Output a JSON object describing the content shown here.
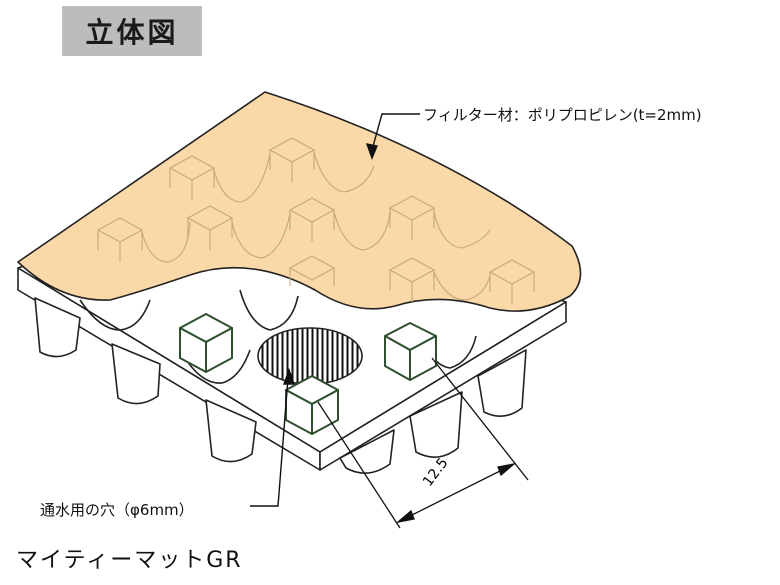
{
  "title": "立体図",
  "filter_label": "フィルター材：ポリプロピレン(t=2mm)",
  "hole_label": "通水用の穴（φ6mm）",
  "dimension_label": "12.5",
  "product_name": "マイティーマットGR",
  "colors": {
    "filter": "#fad8a8",
    "filter_outline": "#222222",
    "cube_outline": "#2f4f2f",
    "mat": "#ffffff",
    "title_bg": "#bcbcbc"
  }
}
